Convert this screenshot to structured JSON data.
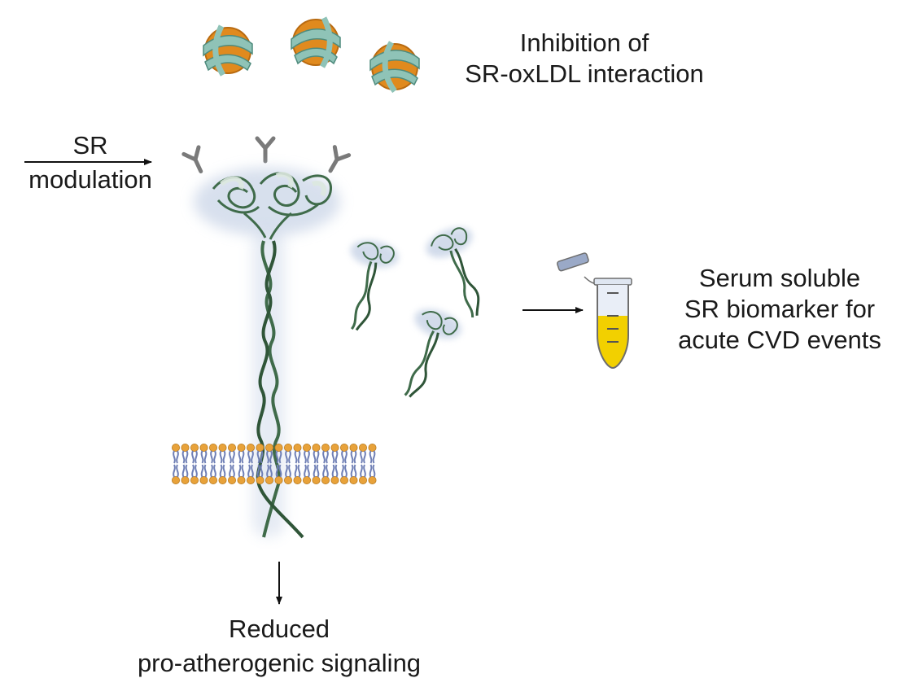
{
  "labels": {
    "inhibition": {
      "line1": "Inhibition of",
      "line2": "SR-oxLDL interaction"
    },
    "modulation": {
      "line1": "SR",
      "line2": "modulation"
    },
    "biomarker": {
      "line1": "Serum soluble",
      "line2": "SR biomarker for",
      "line3": "acute CVD events"
    },
    "signaling": {
      "line1": "Reduced",
      "line2": "pro-atherogenic signaling"
    }
  },
  "colors": {
    "protein_green": "#3f6b4a",
    "protein_light": "#dbe8df",
    "halo": "#c7d3e6",
    "lipid_head": "#e8a23a",
    "lipid_tail": "#6f7fb5",
    "ldl_core": "#e08a1e",
    "ldl_band": "#8fc3b7",
    "antibody": "#7a7a7a",
    "serum": "#f2d000",
    "tube_outline": "#6d6d6d",
    "arrow": "#111111"
  },
  "icons": [
    "oxldl-particle-icon",
    "antibody-icon",
    "scavenger-receptor-icon",
    "cell-membrane-icon",
    "soluble-receptor-icon",
    "serum-tube-icon"
  ]
}
